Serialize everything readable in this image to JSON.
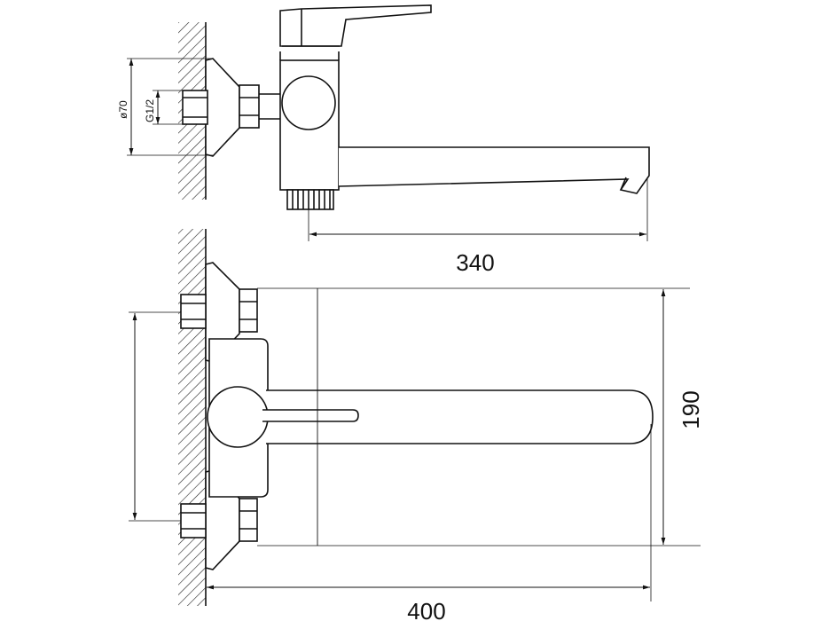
{
  "labels": {
    "length_top": "340",
    "height_right": "190",
    "length_bottom": "400",
    "diameter": "ø70",
    "thread": "G1/2"
  },
  "colors": {
    "line": "#111111",
    "background": "#ffffff",
    "hatch": "#222222"
  }
}
